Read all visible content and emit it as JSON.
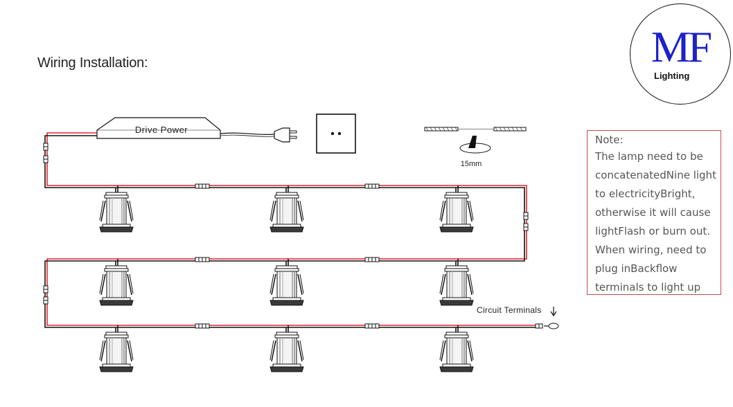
{
  "title": "Wiring Installation:",
  "logo": {
    "mark": "MF",
    "sub": "Lighting",
    "color": "#1e22c8"
  },
  "drive_power_label": "Drive Power",
  "cutout_label": "15mm",
  "circuit_terminals_label": "Circuit Terminals",
  "note": {
    "heading": "Note:",
    "lines": [
      "The lamp need to be",
      "concatenatedNine light",
      "to electricityBright,",
      "otherwise it will cause",
      "lightFlash or burn out.",
      "When wiring, need to",
      "plug inBackflow",
      "terminals to light up"
    ],
    "border_color": "#c9474c"
  },
  "wire_colors": {
    "positive": "#e0242c",
    "negative": "#111111"
  },
  "lamp_count": 9,
  "icons": [
    "drive-power-box",
    "plug-icon",
    "wall-socket-icon",
    "ceiling-cutout-icon",
    "downlight-icon",
    "connector-icon",
    "arrow-down-icon"
  ]
}
